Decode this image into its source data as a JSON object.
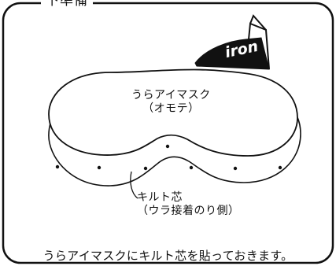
{
  "title": "下準備",
  "iron_label": "iron",
  "mask_label": {
    "line1": "うらアイマスク",
    "line2": "（オモテ）"
  },
  "quilt_label": {
    "line1": "キルト芯",
    "line2": "（ウラ接着のり側）"
  },
  "caption": "うらアイマスクにキルト芯を貼っておきます。",
  "colors": {
    "line": "#111111",
    "iron_fill": "#111111",
    "background": "#ffffff"
  }
}
